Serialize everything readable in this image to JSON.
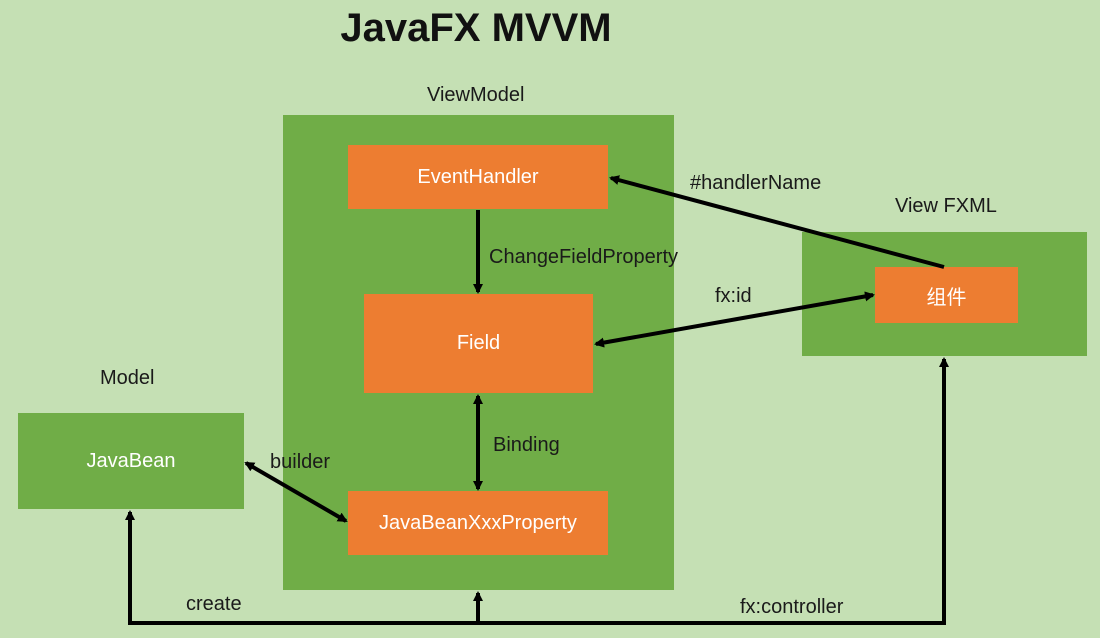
{
  "title": "JavaFX MVVM",
  "groups": {
    "viewmodel": "ViewModel",
    "view": "View FXML",
    "model": "Model"
  },
  "nodes": {
    "event_handler": "EventHandler",
    "field": "Field",
    "property": "JavaBeanXxxProperty",
    "component": "组件",
    "javabean": "JavaBean"
  },
  "edges": {
    "handler_name": "#handlerName",
    "change_field": "ChangeFieldProperty",
    "fx_id": "fx:id",
    "binding": "Binding",
    "builder": "builder",
    "create": "create",
    "fx_controller": "fx:controller"
  },
  "colors": {
    "background": "#c5e0b4",
    "container": "#70ad47",
    "node": "#ed7d31",
    "arrow": "#000000"
  }
}
